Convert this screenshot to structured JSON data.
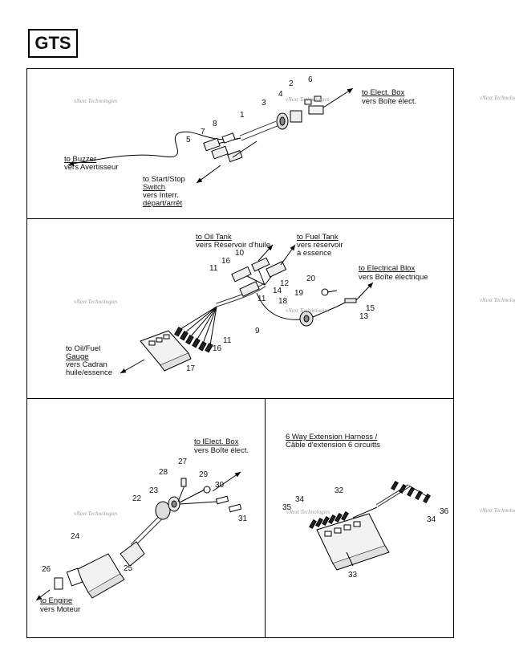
{
  "title": "GTS",
  "watermark": "vNext Technologies",
  "section1": {
    "labels": {
      "elect_box_en": "to Elect. Box",
      "elect_box_fr": "vers Boîte élect.",
      "buzzer_en": "to Buzzer",
      "buzzer_fr": "vers Avertisseur",
      "startstop_1": "to Start/Stop",
      "startstop_2": "Switch",
      "startstop_3": "vers Interr.",
      "startstop_4": "départ/arrêt"
    },
    "parts": [
      "1",
      "2",
      "3",
      "4",
      "5",
      "6",
      "7",
      "8"
    ]
  },
  "section2": {
    "labels": {
      "oil_tank_en": "to Oil Tank",
      "oil_tank_fr": "veirs Réservoir d'huile",
      "fuel_tank_en": "to Fuel Tank",
      "fuel_tank_fr1": "vers réservoir",
      "fuel_tank_fr2": "à essence",
      "elec_box_en": "to Electrical Blox",
      "elec_box_fr": "vers Boîte électrique",
      "gauge_1": "to Oil/Fuel",
      "gauge_2": "Gauge",
      "gauge_3": "vers Cadran",
      "gauge_4": "huile/essence"
    },
    "parts": [
      "9",
      "10",
      "11",
      "11",
      "11",
      "12",
      "13",
      "14",
      "15",
      "16",
      "16",
      "17",
      "18",
      "19",
      "20"
    ]
  },
  "section3": {
    "labels": {
      "elect_box_en": "to lElect. Box",
      "elect_box_fr": "vers Boîte élect.",
      "engine_en": "to Engine",
      "engine_fr": "vers Moteur"
    },
    "parts": [
      "22",
      "23",
      "24",
      "25",
      "26",
      "27",
      "28",
      "29",
      "30",
      "31"
    ]
  },
  "section4": {
    "labels": {
      "title_en": "6 Way Extension Harness /",
      "title_fr": "Câble d'extension 6 circuitts"
    },
    "parts": [
      "32",
      "33",
      "34",
      "34",
      "35",
      "36"
    ]
  }
}
